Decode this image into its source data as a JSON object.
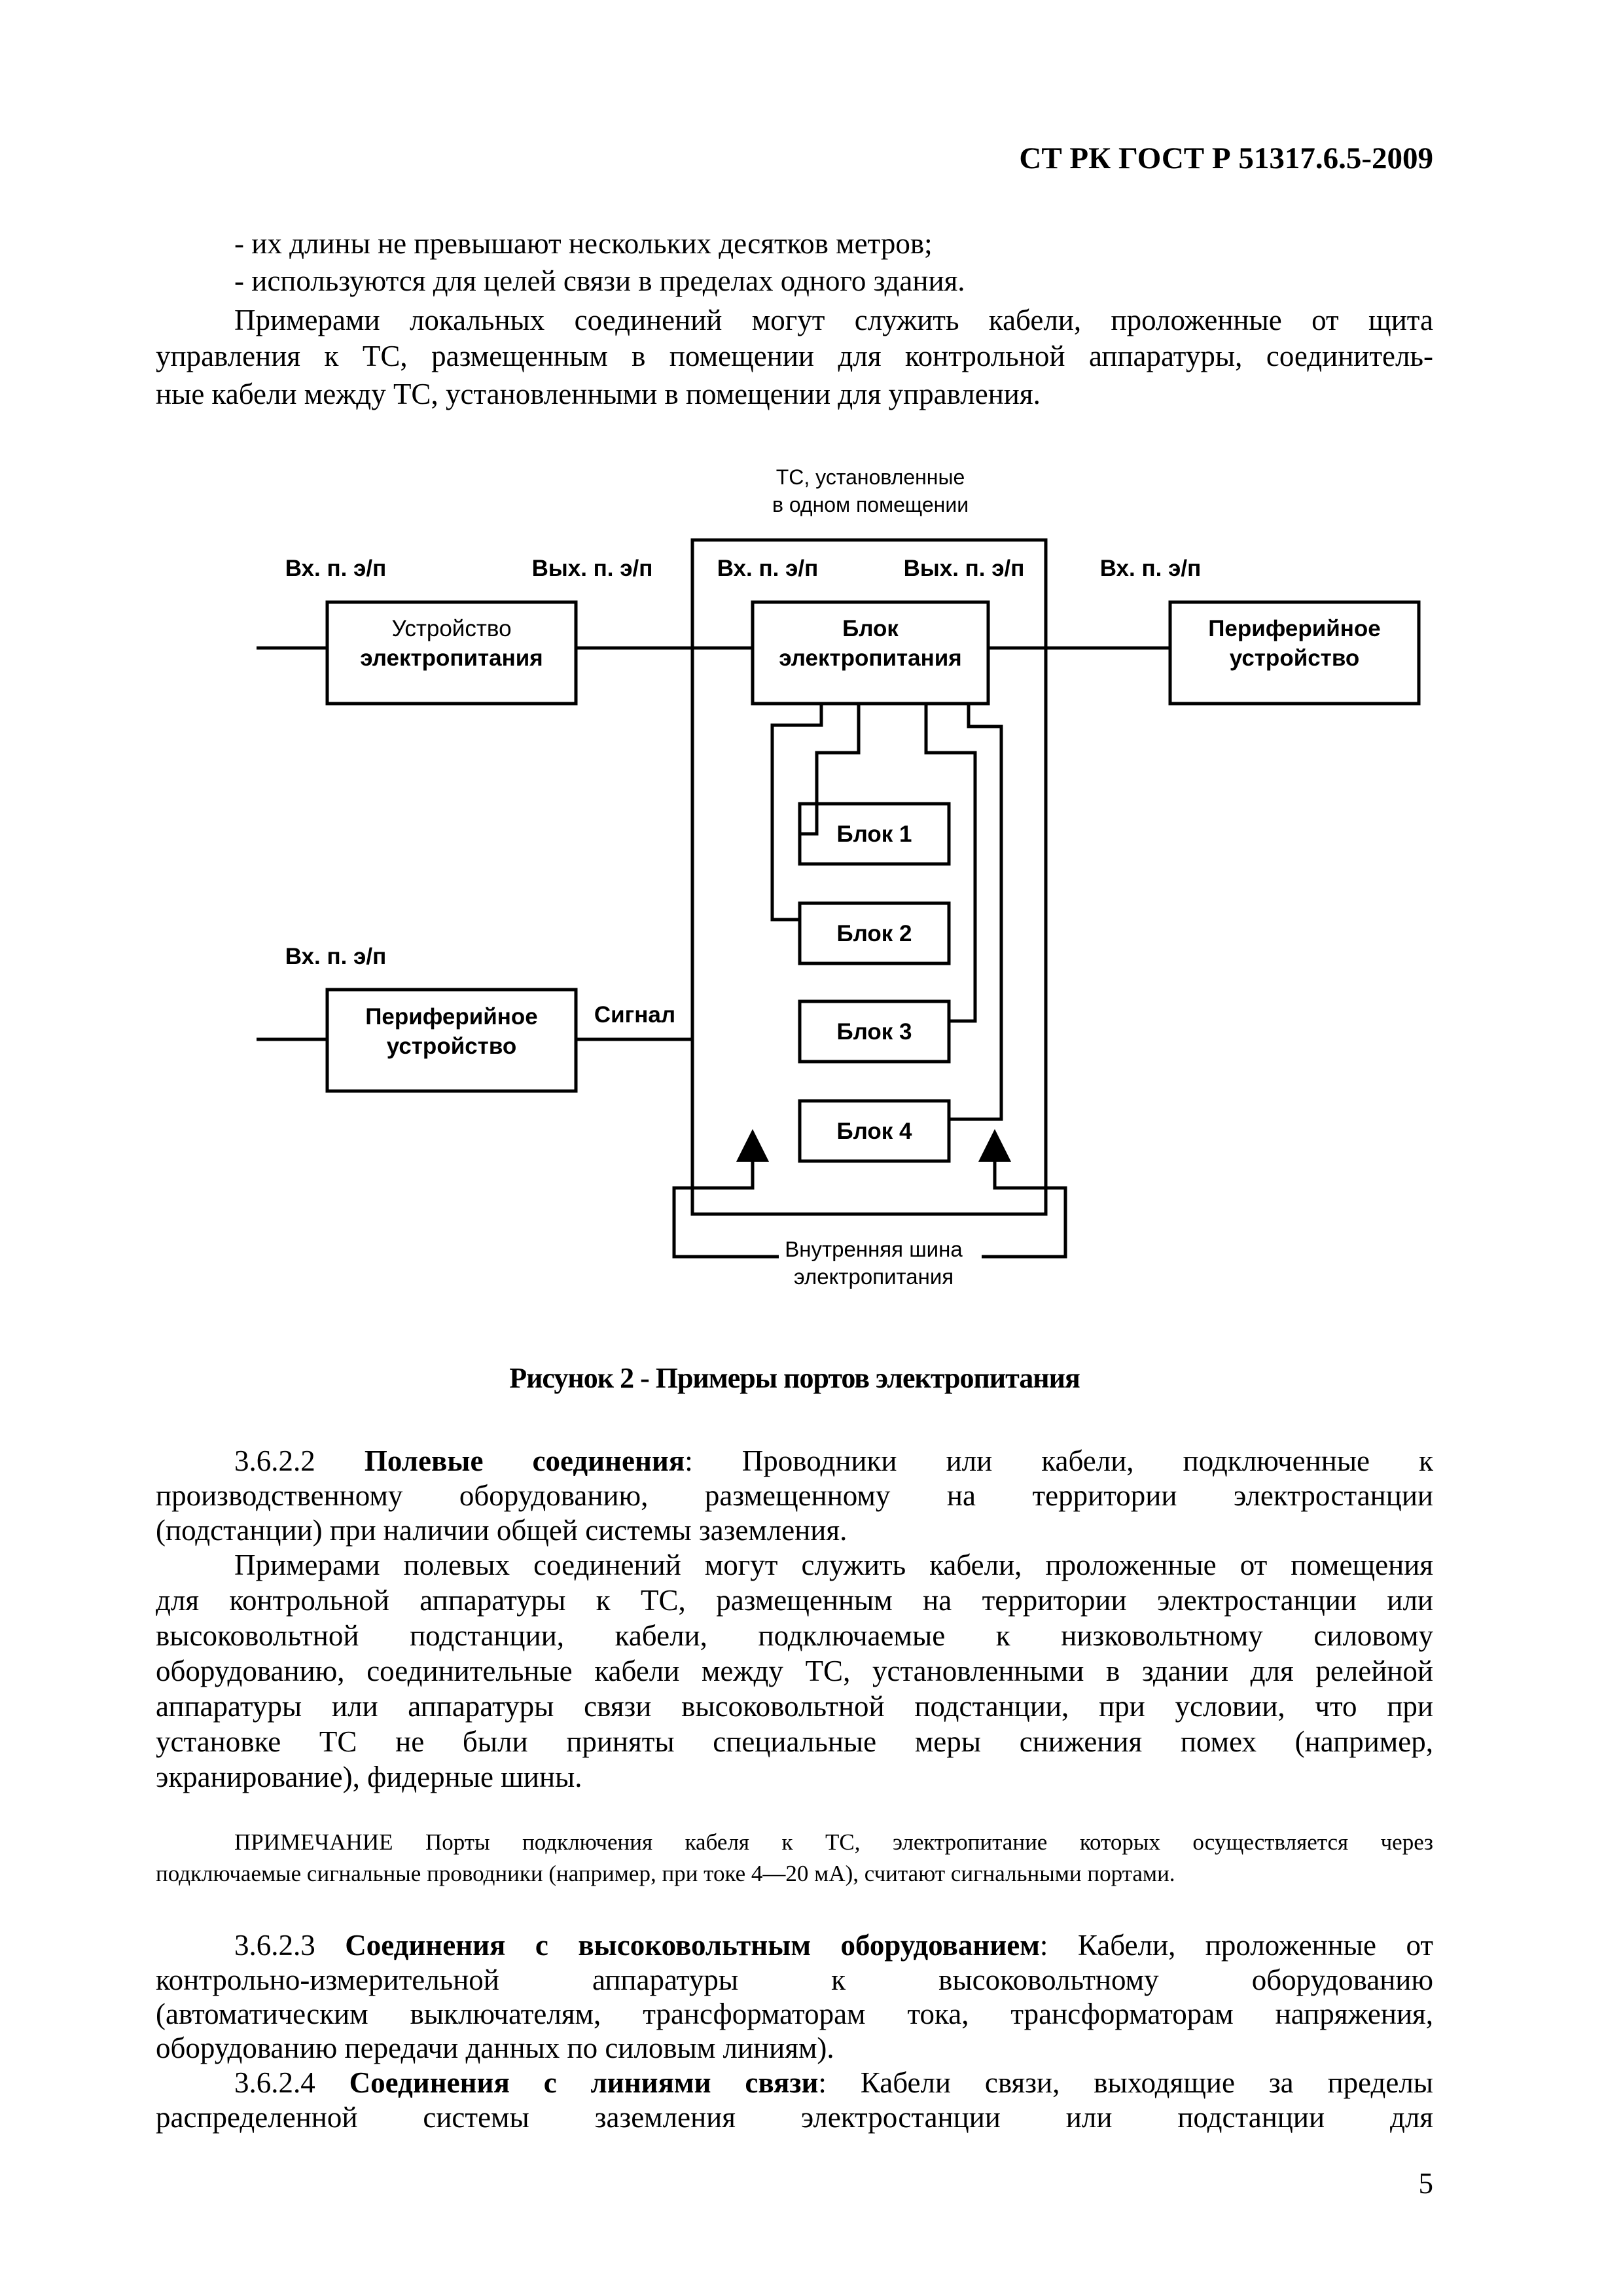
{
  "header": {
    "code": "СТ РК ГОСТ Р 51317.6.5-2009"
  },
  "intro": {
    "bullet1": "- их длины не превышают нескольких десятков метров;",
    "bullet2": "- используются для целей связи в пределах одного здания.",
    "example_lines": [
      "Примерами локальных соединений могут служить кабели, проложенные от щита",
      "управления к ТС, размещенным в помещении для контрольной аппаратуры, соединитель-",
      "ные кабели между ТС, установленными в помещении для управления."
    ]
  },
  "diagram": {
    "title_line1": "ТС, установленные",
    "title_line2": "в одном помещении",
    "port_in_1": "Вх. п. э/п",
    "port_out_1": "Вых. п. э/п",
    "port_in_2": "Вх. п. э/п",
    "port_out_2": "Вых. п. э/п",
    "port_in_3": "Вх. п. э/п",
    "port_in_4": "Вх. п. э/п",
    "psu_line1": "Устройство",
    "psu_line2": "электропитания",
    "block_psu_line1": "Блок",
    "block_psu_line2": "электропитания",
    "periph_right_line1": "Периферийное",
    "periph_right_line2": "устройство",
    "periph_left_line1": "Периферийное",
    "periph_left_line2": "устройство",
    "signal": "Сигнал",
    "block1": "Блок 1",
    "block2": "Блок 2",
    "block3": "Блок 3",
    "block4": "Блок 4",
    "bus_line1": "Внутренняя шина",
    "bus_line2": "электропитания"
  },
  "figure_caption": "Рисунок 2 - Примеры портов электропитания",
  "section_3622": {
    "number": "3.6.2.2",
    "term": "Полевые соединения",
    "def_line1_rest": ": Проводники или кабели, подключенные к",
    "def_line2": "производственному оборудованию, размещенному на территории электростанции",
    "def_line3": "(подстанции) при наличии общей системы заземления.",
    "example_lines": [
      "Примерами полевых соединений могут служить кабели, проложенные от помещения",
      "для контрольной аппаратуры к ТС, размещенным на территории электростанции или",
      "высоковольтной подстанции, кабели, подключаемые к низковольтному силовому",
      "оборудованию, соединительные кабели между ТС, установленными в здании для релейной",
      "аппаратуры или аппаратуры связи высоковольтной подстанции, при условии, что при",
      "установке ТС не были приняты специальные меры снижения помех (например,",
      "экранирование), фидерные шины."
    ]
  },
  "note": {
    "line1": "ПРИМЕЧАНИЕ Порты подключения кабеля к ТС, электропитание которых осуществляется через",
    "line2": "подключаемые сигнальные проводники (например, при токе 4—20 мА), считают сигнальными портами."
  },
  "section_3623": {
    "number": "3.6.2.3",
    "term": "Соединения с высоковольтным оборудованием",
    "line1_rest": ": Кабели, проложенные от",
    "line2": "контрольно-измерительной аппаратуры к высоковольтному оборудованию",
    "line3": "(автоматическим выключателям, трансформаторам тока, трансформаторам напряжения,",
    "line4": "оборудованию передачи данных по силовым линиям)."
  },
  "section_3624": {
    "number": "3.6.2.4",
    "term": "Соединения с линиями связи",
    "line1_rest": ": Кабели связи, выходящие за пределы",
    "line2": "распределенной системы заземления электростанции или подстанции для"
  },
  "page_number": "5"
}
